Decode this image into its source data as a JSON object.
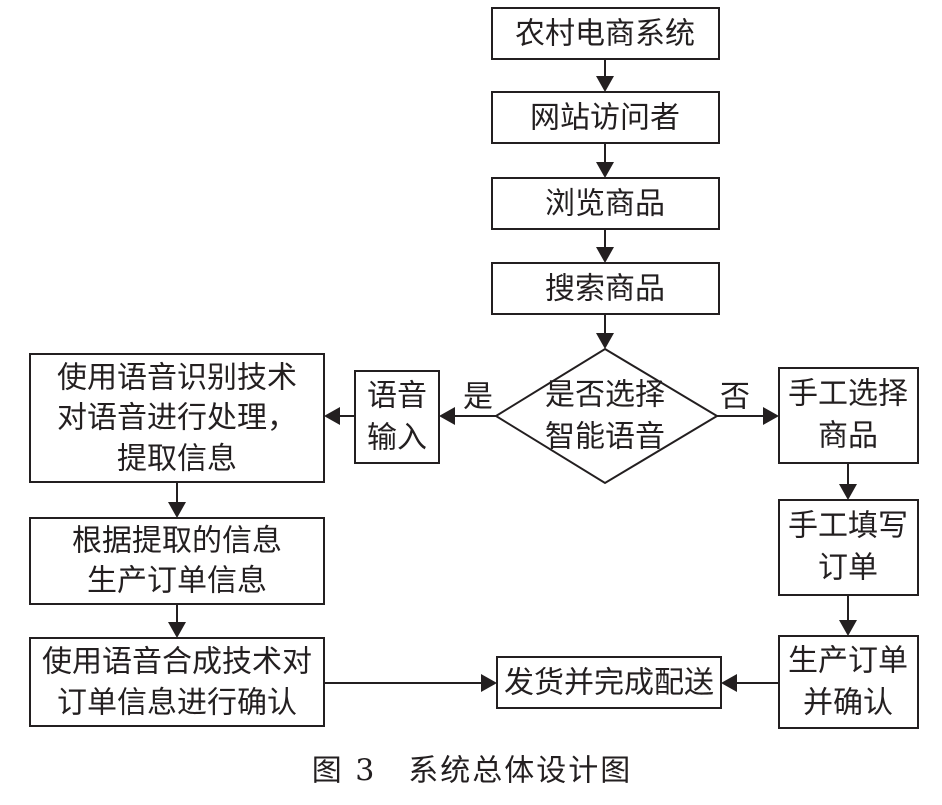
{
  "nodes": {
    "system": "农村电商系统",
    "visitor": "网站访问者",
    "browse": "浏览商品",
    "search": "搜索商品",
    "decision": [
      "是否选择",
      "智能语音"
    ],
    "voice_input": [
      "语音",
      "输入"
    ],
    "speech_recognition": [
      "使用语音识别技术",
      "对语音进行处理，",
      "提取信息"
    ],
    "generate_order": [
      "根据提取的信息",
      "生产订单信息"
    ],
    "speech_synthesis": [
      "使用语音合成技术对",
      "订单信息进行确认"
    ],
    "manual_select": [
      "手工选择",
      "商品"
    ],
    "manual_fill": [
      "手工填写",
      "订单"
    ],
    "produce_confirm": [
      "生产订单",
      "并确认"
    ],
    "ship": "发货并完成配送"
  },
  "edges": {
    "yes_label": "是",
    "no_label": "否"
  },
  "caption": "图 3　系统总体设计图"
}
